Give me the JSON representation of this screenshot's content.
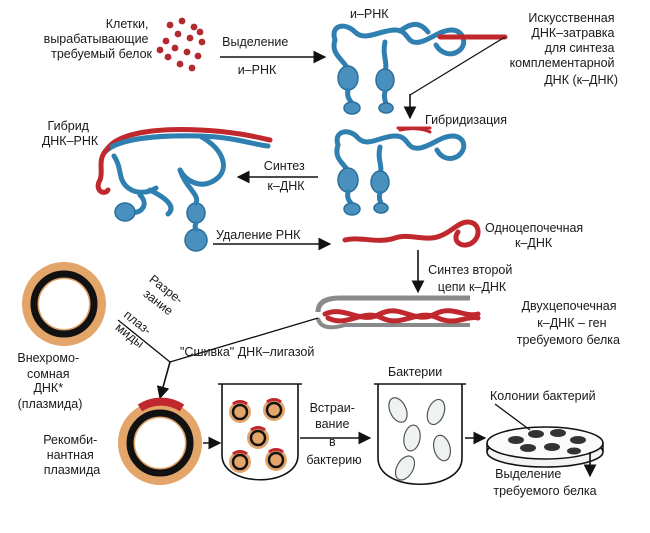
{
  "labels": {
    "cells": [
      "Клетки,",
      "вырабатывающие",
      "требуемый белок"
    ],
    "isolation": [
      "Выделение",
      "и–РНК"
    ],
    "mrna": "и–РНК",
    "primer": [
      "Искусственная",
      "ДНК–затравка",
      "для синтеза",
      "комплементарной",
      "ДНК (к–ДНК)"
    ],
    "hybridization": "Гибридизация",
    "hybrid": [
      "Гибрид",
      "ДНК–РНК"
    ],
    "cdna_synthesis": [
      "Синтез",
      "к–ДНК"
    ],
    "rna_removal": "Удаление РНК",
    "single_strand": [
      "Одноцепочечная",
      "к–ДНК"
    ],
    "second_strand": [
      "Синтез второй",
      "цепи к–ДНК"
    ],
    "double_strand": [
      "Двухцепочечная",
      "к–ДНК – ген",
      "требуемого белка"
    ],
    "plasmid": [
      "Внехромо-",
      "сомная",
      "ДНК*",
      "(плазмида)"
    ],
    "cutting": [
      "Разре-",
      "зание",
      "плаз-",
      "миды"
    ],
    "ligase": "\"Сшивка\" ДНК–лигазой",
    "recombinant": [
      "Рекомби-",
      "нантная",
      "плазмида"
    ],
    "insertion": [
      "Встраи-",
      "вание",
      "в",
      "бактерию"
    ],
    "bacteria": "Бактерии",
    "colonies": "Колонии бактерий",
    "protein_isolation": [
      "Выделение",
      "требуемого белка"
    ]
  },
  "colors": {
    "rna": "#2f7fb0",
    "dna": "#c0282e",
    "plasmid_outer": "#e3a56a",
    "plasmid_ring": "#111111",
    "cell_dot": "#b22a2f",
    "bacteria_fill": "#eef2f3"
  }
}
